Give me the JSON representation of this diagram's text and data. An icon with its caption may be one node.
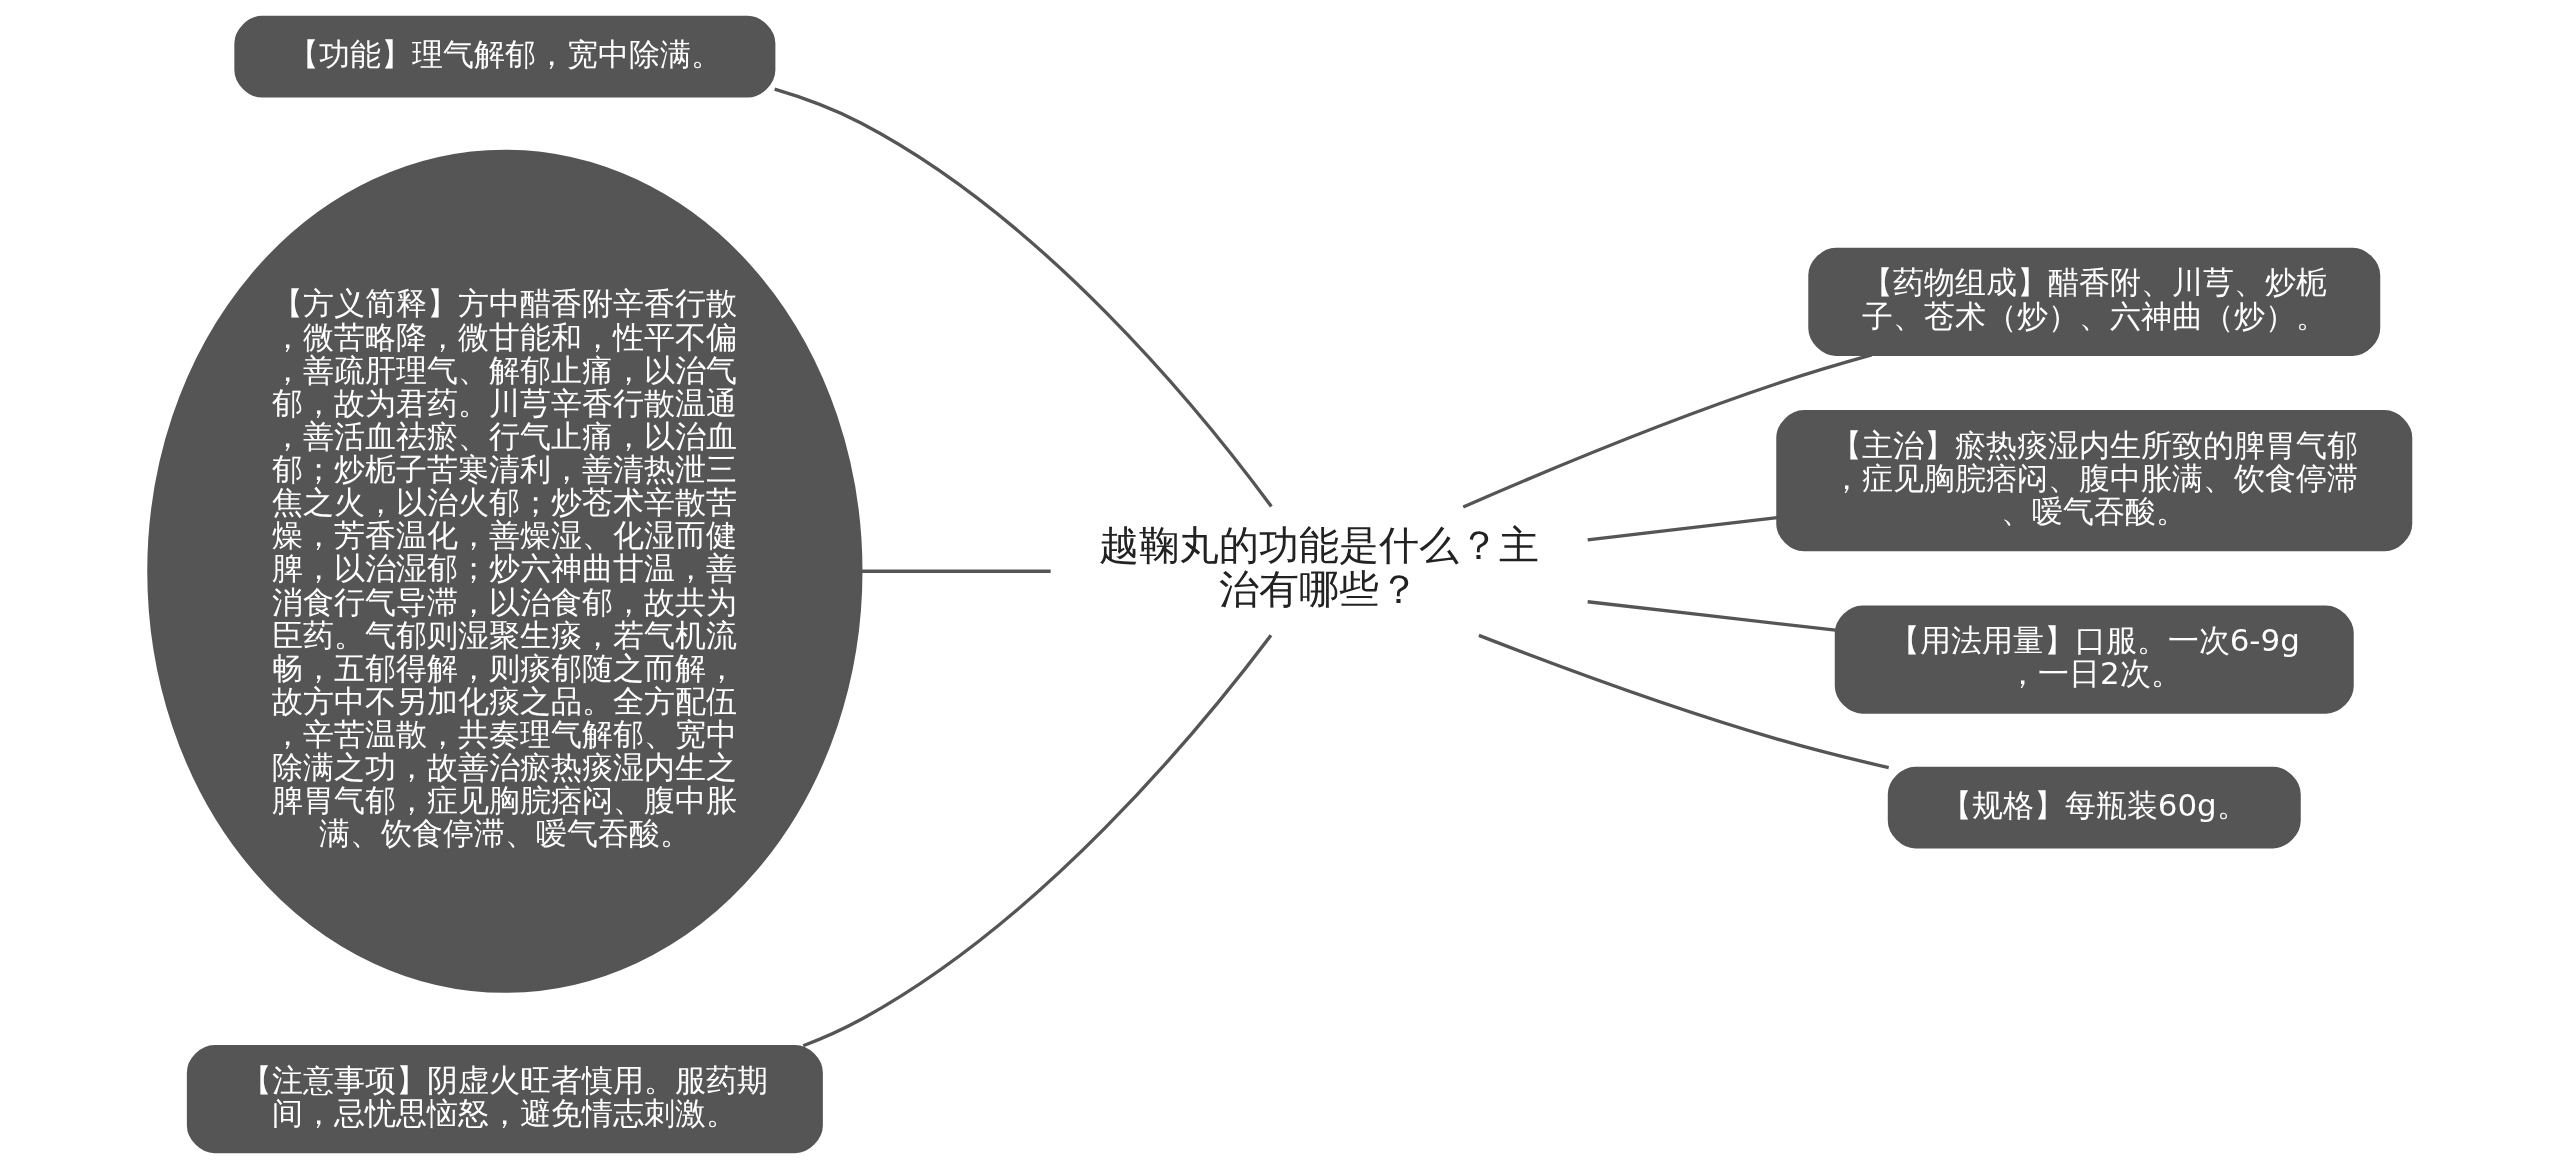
{
  "diagram": {
    "nodes": [
      {
        "text": [
          "越鞠丸的功能是什么？主治有哪些？"
        ]
      },
      {
        "text": [
          "【功能】理气解郁，宽中除满。"
        ]
      },
      {
        "text": [
          "【方义简释】方中醋香附辛香行散，微苦略降，微甘能和，性平不偏，善疏肝理气、解郁止痛，以治气郁，故为君药。川芎辛香行散温通，善活血祛瘀、行气止痛，以治血郁；炒栀子苦寒清利，善清热泄三焦之火，以治火郁；炒苍术辛散苦燥，芳香温化，善燥湿、化湿而健脾，以治湿郁；炒六神曲甘温，善消食行气导滞，以治食郁，故共为臣药。气郁则湿聚生痰，若气机流畅，五郁得解，则痰郁随之而解，故方中不另加化痰之品。全方配伍，辛苦温散，共奏理气解郁、宽中除满之功，故善治瘀热痰湿内生之脾胃气郁，症见胸脘痞闷、腹中胀满、饮食停滞、嗳气吞酸。"
        ]
      },
      {
        "text": [
          "【注意事项】阴虚火旺者慎用。服药期间，忌忧思恼怒，避免情志刺激。"
        ]
      },
      {
        "text": [
          "【药物组成】醋香附、川芎、炒栀子、苍术（炒）、六神曲（炒）。"
        ]
      },
      {
        "text": [
          "【主治】瘀热痰湿内生所致的脾胃气郁，症见胸脘痞闷、腹中胀满、饮食停滞、嗳气吞酸。"
        ]
      },
      {
        "text": [
          "【用法用量】口服。一次6-9g，一日2次。"
        ]
      },
      {
        "text": [
          "【规格】每瓶装60g。"
        ]
      }
    ],
    "edges": [
      {
        "from": 0,
        "to": 1,
        "arrow": "none"
      },
      {
        "from": 0,
        "to": 2,
        "arrow": "none"
      },
      {
        "from": 0,
        "to": 3,
        "arrow": "none"
      },
      {
        "from": 0,
        "to": 4,
        "arrow": "none"
      },
      {
        "from": 0,
        "to": 5,
        "arrow": "none"
      },
      {
        "from": 0,
        "to": 6,
        "arrow": "none"
      },
      {
        "from": 0,
        "to": 7,
        "arrow": "none"
      }
    ]
  }
}
